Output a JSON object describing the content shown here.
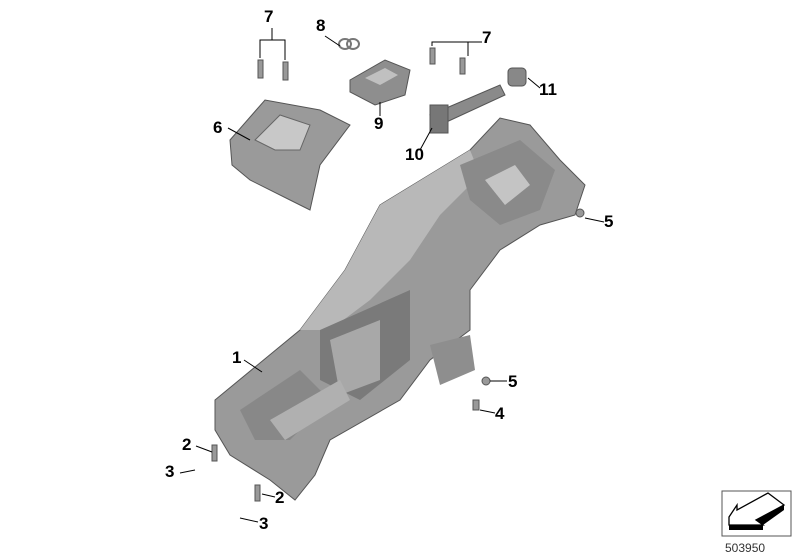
{
  "diagram": {
    "callouts": [
      {
        "id": "c7a",
        "text": "7"
      },
      {
        "id": "c8",
        "text": "8"
      },
      {
        "id": "c7b",
        "text": "7"
      },
      {
        "id": "c11",
        "text": "11"
      },
      {
        "id": "c9",
        "text": "9"
      },
      {
        "id": "c6",
        "text": "6"
      },
      {
        "id": "c10",
        "text": "10"
      },
      {
        "id": "c5a",
        "text": "5"
      },
      {
        "id": "c1",
        "text": "1"
      },
      {
        "id": "c5b",
        "text": "5"
      },
      {
        "id": "c4",
        "text": "4"
      },
      {
        "id": "c2a",
        "text": "2"
      },
      {
        "id": "c3a",
        "text": "3"
      },
      {
        "id": "c2b",
        "text": "2"
      },
      {
        "id": "c3b",
        "text": "3"
      }
    ],
    "reference_number": "503950",
    "colors": {
      "part_fill": "#9a9a9a",
      "part_dark": "#6e6e6e",
      "part_light": "#c4c4c4",
      "line": "#000000"
    }
  }
}
